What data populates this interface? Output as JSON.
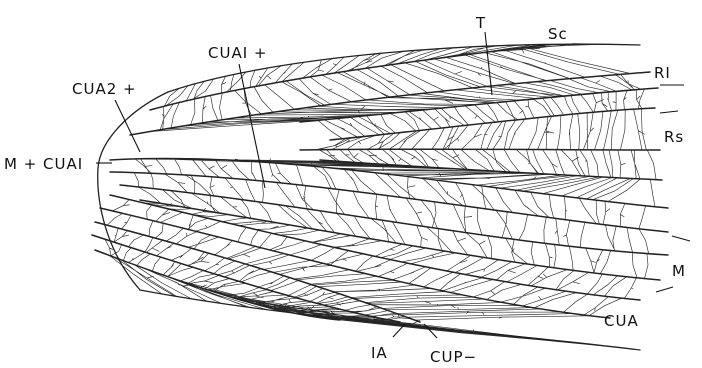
{
  "labels": {
    "T": "T",
    "Sc": "Sc",
    "R1": "RI",
    "Rs": "Rs",
    "M": "M",
    "CUA": "CUA",
    "CUA1_plus": "CUAI +",
    "CUA2_plus": "CUA2 +",
    "M_plus_CUA1": "M + CUAI",
    "IA": "IA",
    "CUP_minus": "CUP−"
  }
}
